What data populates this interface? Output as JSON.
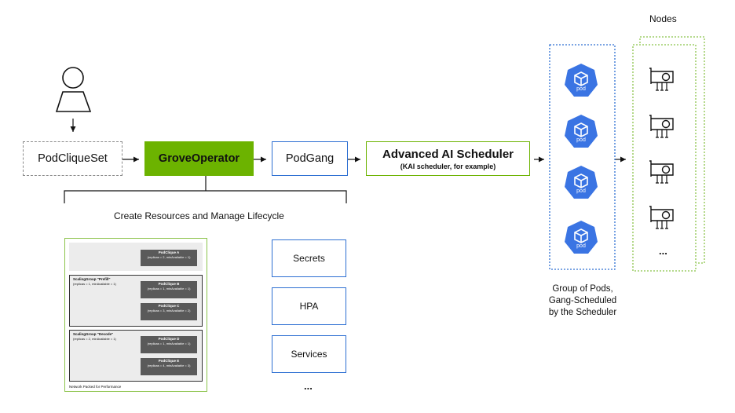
{
  "nodes_title": "Nodes",
  "flow": {
    "podcliqueset": "PodCliqueSet",
    "groveoperator": "GroveOperator",
    "podgang": "PodGang",
    "scheduler_title": "Advanced AI Scheduler",
    "scheduler_subtitle": "(KAI scheduler, for example)"
  },
  "lifecycle_label": "Create Resources and Manage Lifecycle",
  "resources": [
    "Secrets",
    "HPA",
    "Services"
  ],
  "resources_more": "...",
  "pods": {
    "label": "pod",
    "count": 4,
    "caption": [
      "Group of Pods,",
      "Gang-Scheduled",
      "by the Scheduler"
    ]
  },
  "nodes_more": "...",
  "cluster": {
    "cliques": [
      {
        "name": "PodClique A",
        "spec": "(replicas = 2, minAvailable = 1)"
      },
      {
        "name": "PodClique B",
        "spec": "(replicas = 1, minAvailable = 1)"
      },
      {
        "name": "PodClique C",
        "spec": "(replicas = 3, minAvailable = 2)"
      },
      {
        "name": "PodClique D",
        "spec": "(replicas = 1, minAvailable = 1)"
      },
      {
        "name": "PodClique E",
        "spec": "(replicas = 4, minAvailable = 3)"
      }
    ],
    "groups": [
      {
        "name": "ScalingGroup \"Prefill\"",
        "spec": "(replicas = 1, minAvailable = 1)"
      },
      {
        "name": "ScalingGroup \"Decode\"",
        "spec": "(replicas = 2, minAvailable = 1)"
      }
    ],
    "footer": "Network Packed for Performance"
  },
  "colors": {
    "green": "#6cb300",
    "blue": "#2d6fd2",
    "pod_blue": "#3a74e3"
  }
}
